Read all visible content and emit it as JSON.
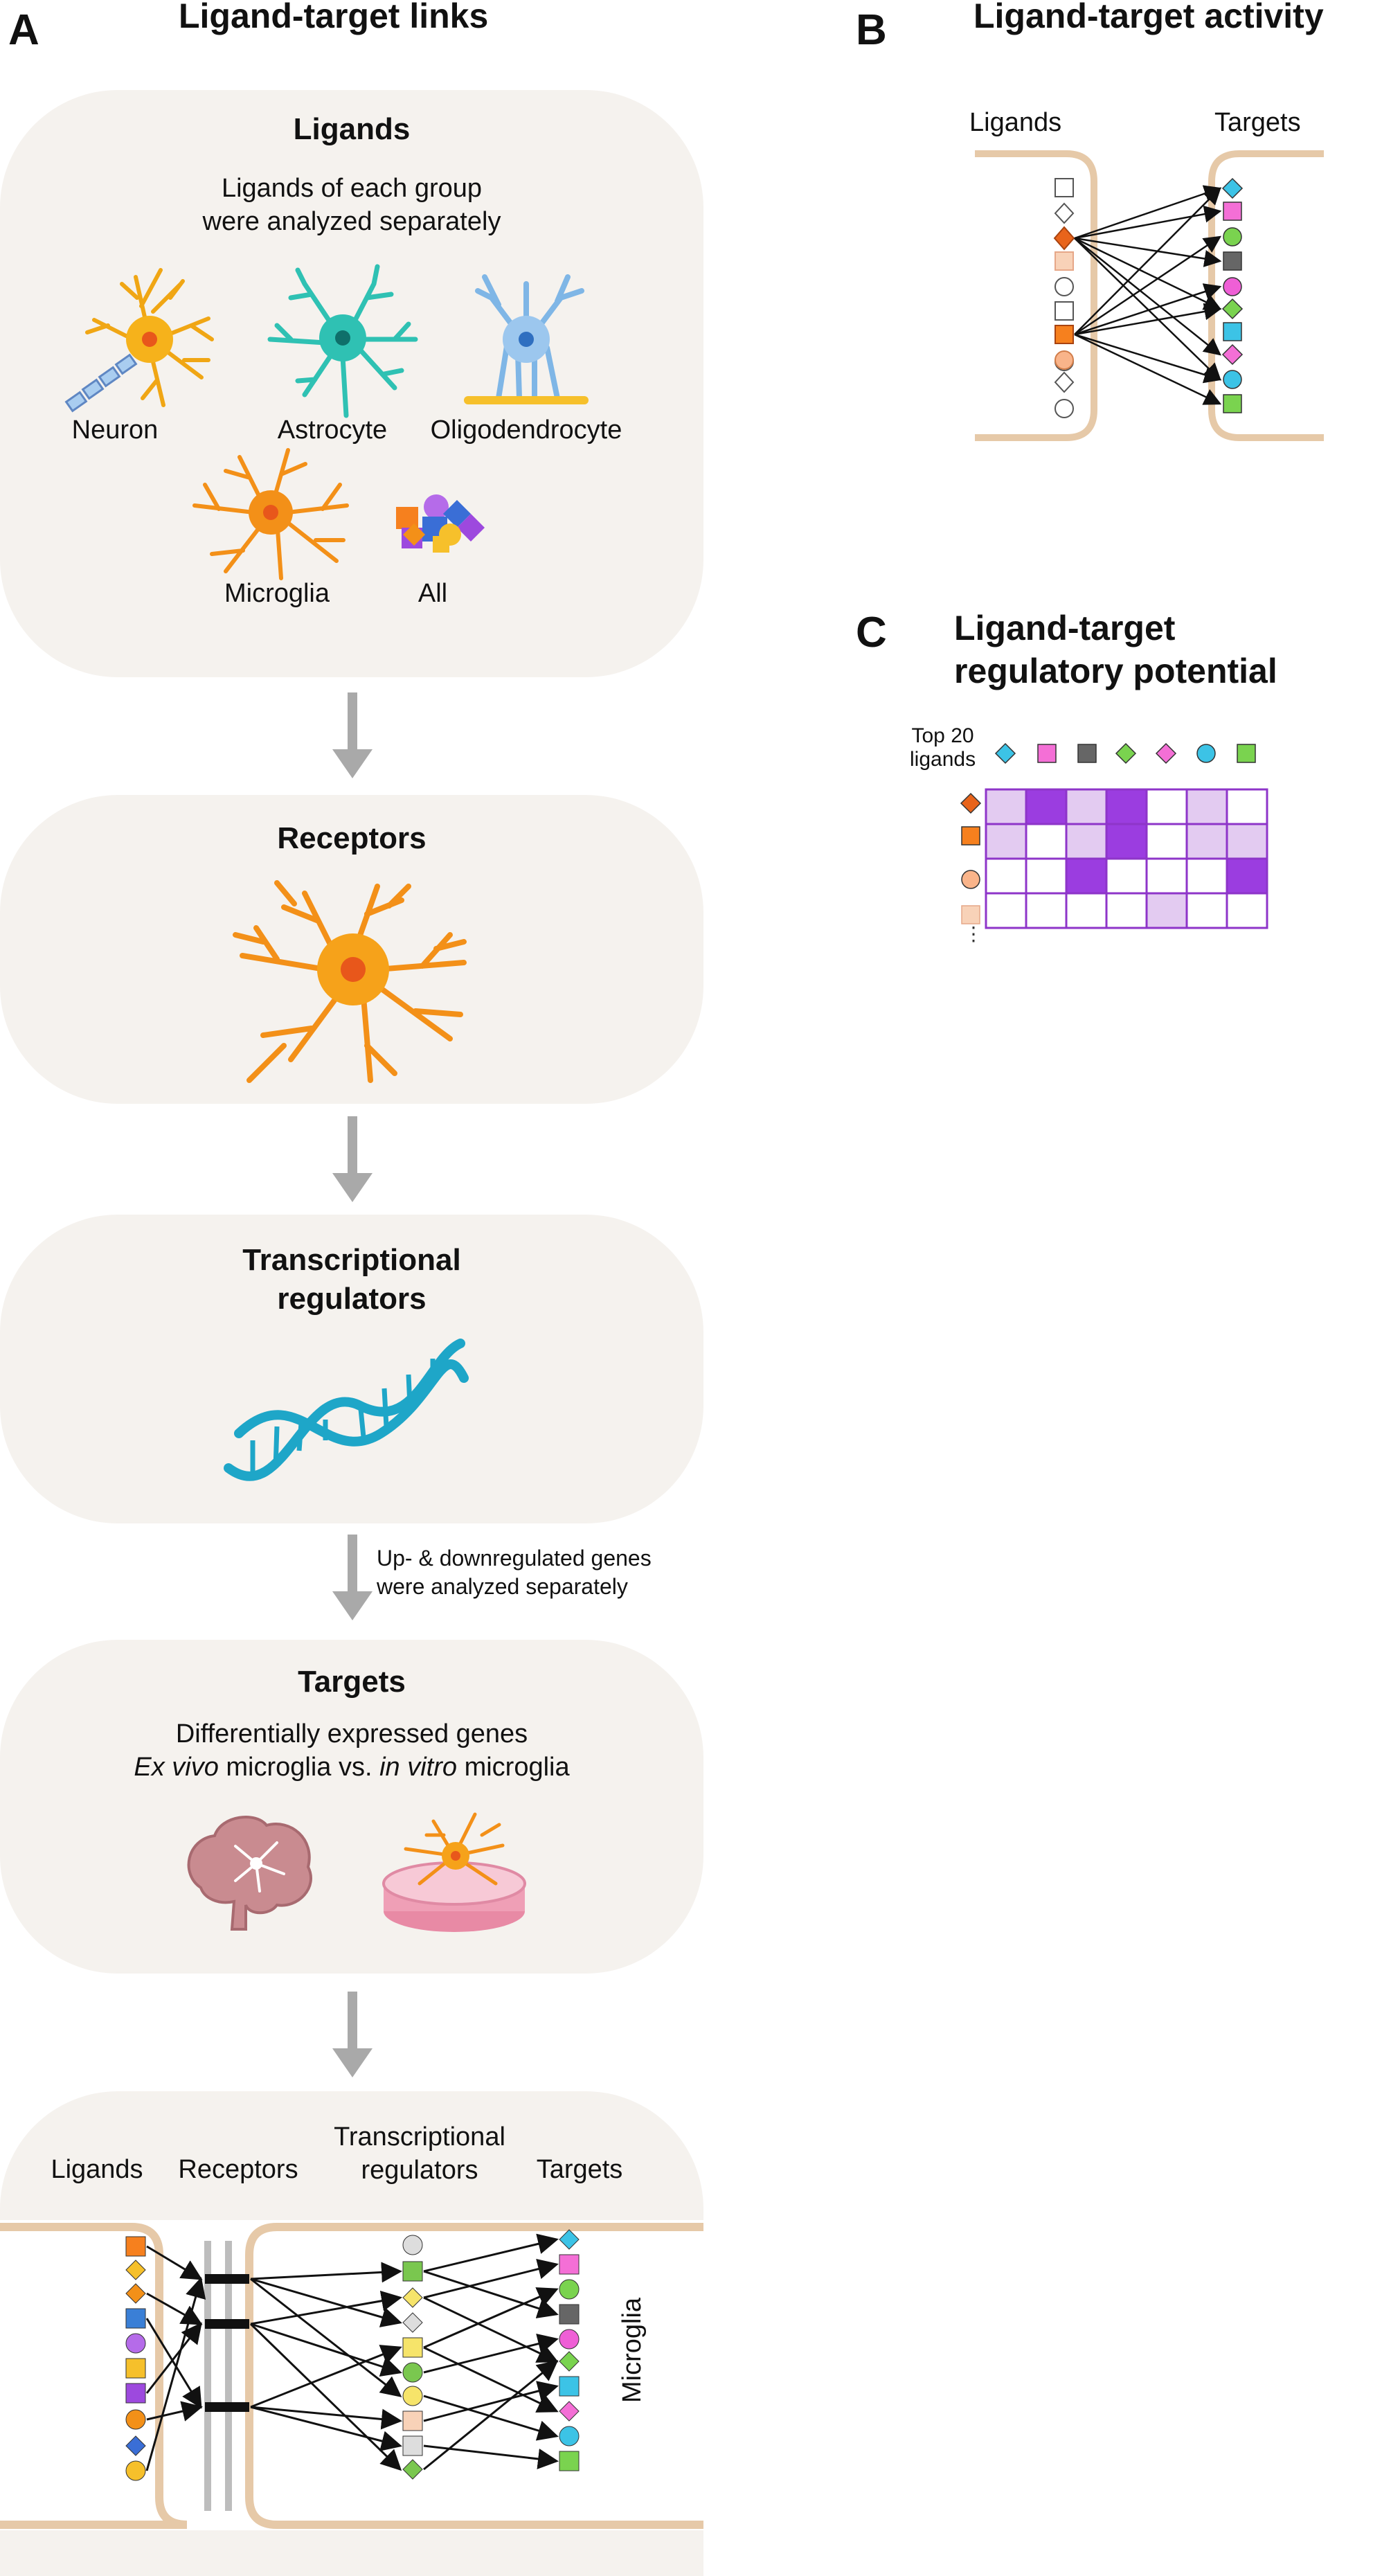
{
  "panels": {
    "a": {
      "letter": "A",
      "title": "Ligand-target links"
    },
    "b": {
      "letter": "B",
      "title": "Ligand-target activity",
      "left_label": "Ligands",
      "right_label": "Targets"
    },
    "c": {
      "letter": "C",
      "title_line1": "Ligand-target",
      "title_line2": "regulatory potential",
      "row_header_line1": "Top 20",
      "row_header_line2": "ligands",
      "ellipsis": "⋮"
    }
  },
  "ligands_box": {
    "title": "Ligands",
    "subtitle_line1": "Ligands of each group",
    "subtitle_line2": "were analyzed separately",
    "cells": [
      "Neuron",
      "Astrocyte",
      "Oligodendrocyte",
      "Microglia",
      "All"
    ]
  },
  "receptors_box": {
    "title": "Receptors"
  },
  "regulators_box": {
    "title_line1": "Transcriptional",
    "title_line2": "regulators"
  },
  "note": {
    "line1": "Up- & downregulated genes",
    "line2": "were analyzed separately"
  },
  "targets_box": {
    "title": "Targets",
    "line1": "Differentially expressed genes",
    "line2_italic1": "Ex vivo",
    "line2_mid": " microglia vs. ",
    "line2_italic2": "in vitro",
    "line2_end": " microglia"
  },
  "network": {
    "col_ligands": "Ligands",
    "col_receptors": "Receptors",
    "col_regulators_line1": "Transcriptional",
    "col_regulators_line2": "regulators",
    "col_targets": "Targets",
    "side_label": "Microglia"
  },
  "heatmap": {
    "levels": [
      [
        1,
        2,
        1,
        2,
        0,
        1,
        0
      ],
      [
        1,
        0,
        1,
        2,
        0,
        1,
        1
      ],
      [
        0,
        0,
        2,
        0,
        0,
        0,
        2
      ],
      [
        0,
        0,
        0,
        0,
        1,
        0,
        0
      ]
    ]
  },
  "colors": {
    "panel_bg": "#f5f2ee",
    "membrane": "#e6c9a8",
    "arrow_grey": "#a9a9a9",
    "heat_light": "#e3cbf1",
    "heat_dark": "#9b3de0",
    "heat_border": "#8e35c9",
    "neuron": "#f6b21b",
    "astrocyte": "#2fc1b3",
    "oligodendrocyte": "#7fb6e6",
    "microglia": "#f39018",
    "dna": "#1ea6c8",
    "brain": "#c98b90",
    "dish": "#ef9fb6"
  }
}
